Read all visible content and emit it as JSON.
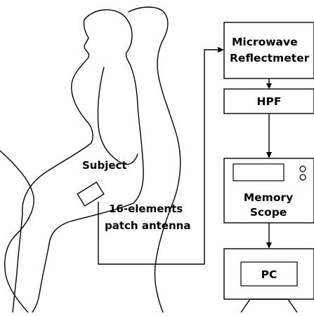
{
  "labels": {
    "subject": "Subject",
    "antenna_line1": "16-elements",
    "antenna_line2": "patch antenna"
  },
  "blocks": {
    "reflectometer_line1": "Microwave",
    "reflectometer_line2": "Reflectmeter",
    "hpf": "HPF",
    "scope_line1": "Memory",
    "scope_line2": "Scope",
    "pc": "PC"
  }
}
